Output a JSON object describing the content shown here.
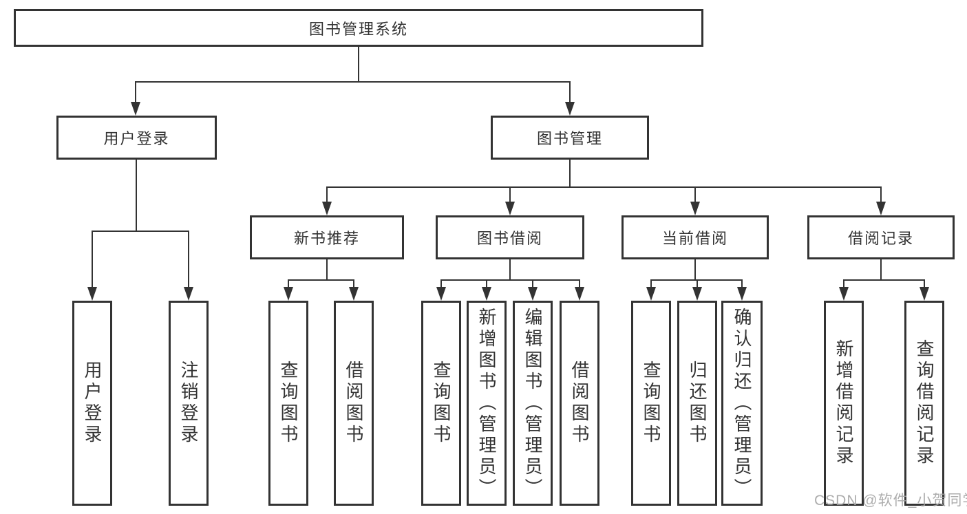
{
  "diagram": {
    "root_label": "图书管理系统",
    "branches": {
      "user_login": {
        "label": "用户登录",
        "children": [
          "用户登录",
          "注销登录"
        ]
      },
      "book_mgmt": {
        "label": "图书管理",
        "groups": [
          {
            "label": "新书推荐",
            "children": [
              "查询图书",
              "借阅图书"
            ]
          },
          {
            "label": "图书借阅",
            "children": [
              "查询图书",
              "新增图书（管理员）",
              "编辑图书（管理员）",
              "借阅图书"
            ]
          },
          {
            "label": "当前借阅",
            "children": [
              "查询图书",
              "归还图书",
              "确认归还（管理员）"
            ]
          },
          {
            "label": "借阅记录",
            "children": [
              "新增借阅记录",
              "查询借阅记录"
            ]
          }
        ]
      }
    },
    "colors": {
      "line": "#333333",
      "background": "#ffffff",
      "watermark": "#a4a4a4"
    }
  },
  "watermark": {
    "text": "CSDN @软件_小贺同学"
  }
}
